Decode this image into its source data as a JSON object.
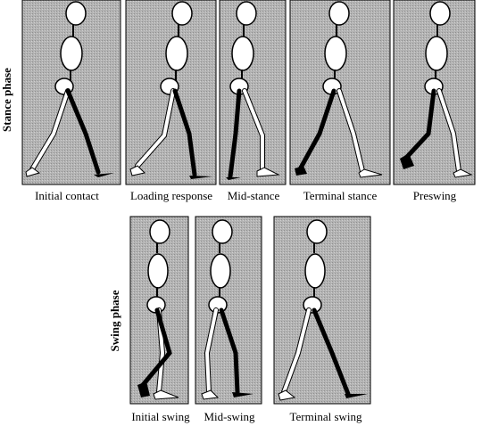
{
  "stance": {
    "title": "Stance phase",
    "frames": [
      {
        "label": "Initial contact",
        "support_leg": "front"
      },
      {
        "label": "Loading response",
        "support_leg": "front"
      },
      {
        "label": "Mid-stance",
        "support_leg": "vertical"
      },
      {
        "label": "Terminal stance",
        "support_leg": "back"
      },
      {
        "label": "Preswing",
        "support_leg": "back-bent"
      }
    ]
  },
  "swing": {
    "title": "Swing phase",
    "frames": [
      {
        "label": "Initial swing",
        "swing_leg": "back-bent"
      },
      {
        "label": "Mid-swing",
        "swing_leg": "vertical"
      },
      {
        "label": "Terminal swing",
        "swing_leg": "front"
      }
    ]
  },
  "colors": {
    "panel_fill": "#b3b3b3",
    "panel_hatch": "#8f8f8f",
    "dark_leg": "#000000",
    "light_leg": "#ffffff",
    "outline": "#000000"
  }
}
